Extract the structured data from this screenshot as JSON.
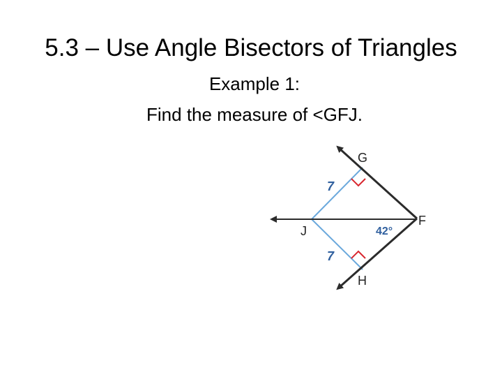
{
  "slide": {
    "title": "5.3 – Use Angle Bisectors of Triangles",
    "example_heading": "Example 1:",
    "prompt": "Find the measure of <GFJ."
  },
  "diagram": {
    "points": {
      "G": "G",
      "F": "F",
      "J": "J",
      "H": "H"
    },
    "segment_JG": "7",
    "segment_JH": "7",
    "angle_label": "42°",
    "colors": {
      "ray": "#2b2b2b",
      "perpendicular": "#6aa8dc",
      "right_angle_mark": "#d8262e",
      "label_blue": "#2f5f9e"
    }
  }
}
